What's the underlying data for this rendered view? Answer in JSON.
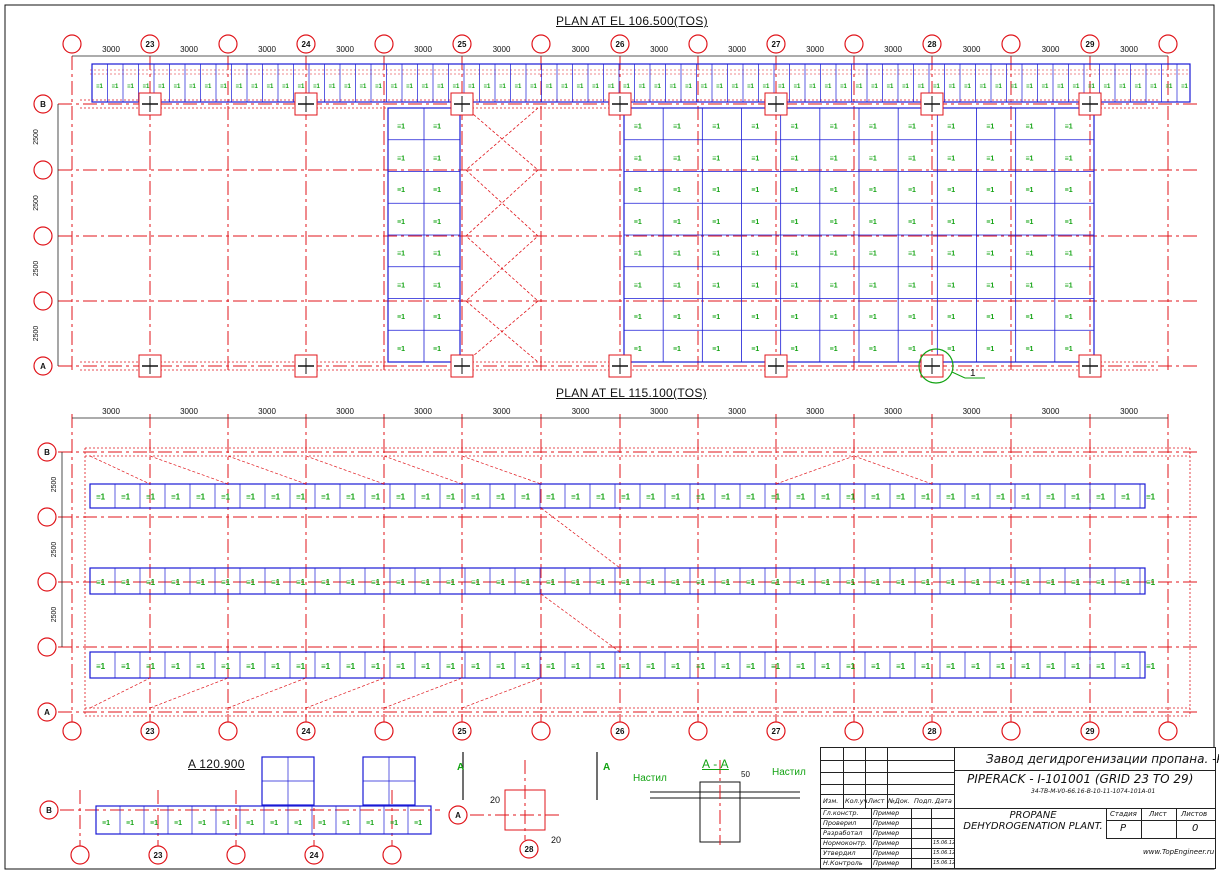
{
  "titles": {
    "plan1": "PLAN AT EL 106.500(TOS)",
    "plan2": "PLAN AT EL 115.100(TOS)",
    "detail_a": "A  120.900",
    "section_aa": "A - A"
  },
  "grid_bubbles": {
    "numbered": [
      "23",
      "24",
      "25",
      "26",
      "27",
      "28",
      "29"
    ],
    "rows": [
      "B",
      "A"
    ]
  },
  "dims": {
    "bay": "3000",
    "row_spacing": "2500",
    "detail_20": "20",
    "detail_50": "50"
  },
  "detail_callout": "1",
  "section_marker": "A",
  "section_labels": {
    "left": "Настил",
    "right": "Настил",
    "bubble": "28"
  },
  "title_block": {
    "company": "Завод дегидрогенизации пропана. -КМД",
    "drawing_no": "PIPERACK - I-101001 (GRID 23 TO 29)",
    "drawing_sub": "34-TB-M-V0-66.16-B-10-11-1074-101A-01",
    "project": "PROPANE DEHYDROGENATION PLANT.",
    "header_cols": [
      "Изм.",
      "Кол.уч.",
      "Лист",
      "№Док.",
      "Подп.",
      "Дата"
    ],
    "stage_hdr": "Стадия",
    "sheet_hdr": "Лист",
    "sheets_hdr": "Листов",
    "stage": "P",
    "sheets_count": "0",
    "roles": [
      "Гл.констр.",
      "Проверил",
      "Разработал",
      "Нормоконтр.",
      "Утвердил",
      "Н.Контроль"
    ],
    "names": [
      "Пример",
      "Пример",
      "Пример",
      "Пример",
      "Пример",
      "Пример"
    ],
    "dates": [
      "15.06.12",
      "15.06.12",
      "15.06.12"
    ],
    "website": "www.TopEngineer.ru"
  },
  "colors": {
    "grid_red": "#e0151b",
    "steel_blue": "#1a1ad6",
    "plate_green": "#12a312",
    "ink": "#111111",
    "dim_black": "#222222"
  }
}
